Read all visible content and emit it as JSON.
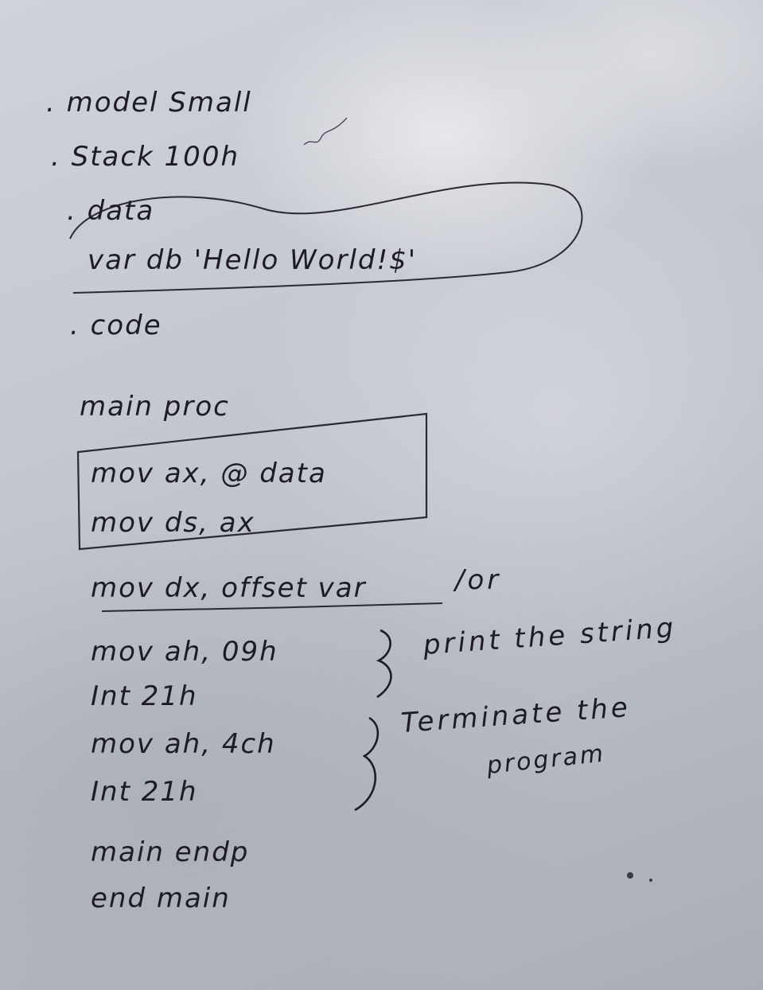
{
  "board": {
    "program_lines": [
      ". model Small",
      ". Stack 100h",
      ". data",
      "var  db 'Hello World!$'",
      ". code",
      "main proc",
      "mov ax, @ data",
      "mov ds, ax",
      "mov dx, offset var",
      "mov ah, 09h",
      "Int 21h",
      "mov ah, 4ch",
      "Int 21h",
      "main endp",
      "end main"
    ],
    "annotations": {
      "or_note": "/or",
      "print_note": "print the string",
      "terminate_note_line1": "Terminate the",
      "terminate_note_line2": "program"
    },
    "colors": {
      "ink": "#1c1c22",
      "board": "#c4c7ce"
    }
  }
}
